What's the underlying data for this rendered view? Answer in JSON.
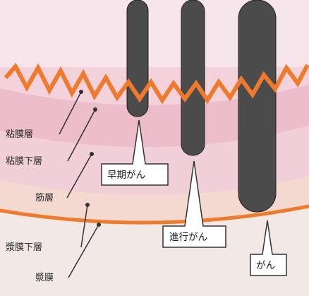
{
  "layers": {
    "mucosa": "粘膜層",
    "submucosa": "粘膜下層",
    "muscle": "筋層",
    "subserosa": "漿膜下層",
    "serosa": "漿膜"
  },
  "stages": {
    "early": "早期がん",
    "advanced": "進行がん",
    "cancer": "がん"
  },
  "colors": {
    "zigzag": "#f07a2c",
    "serosa_line": "#f07a2c",
    "tumor": "#4b4b4b",
    "callout_line": "#333333"
  }
}
